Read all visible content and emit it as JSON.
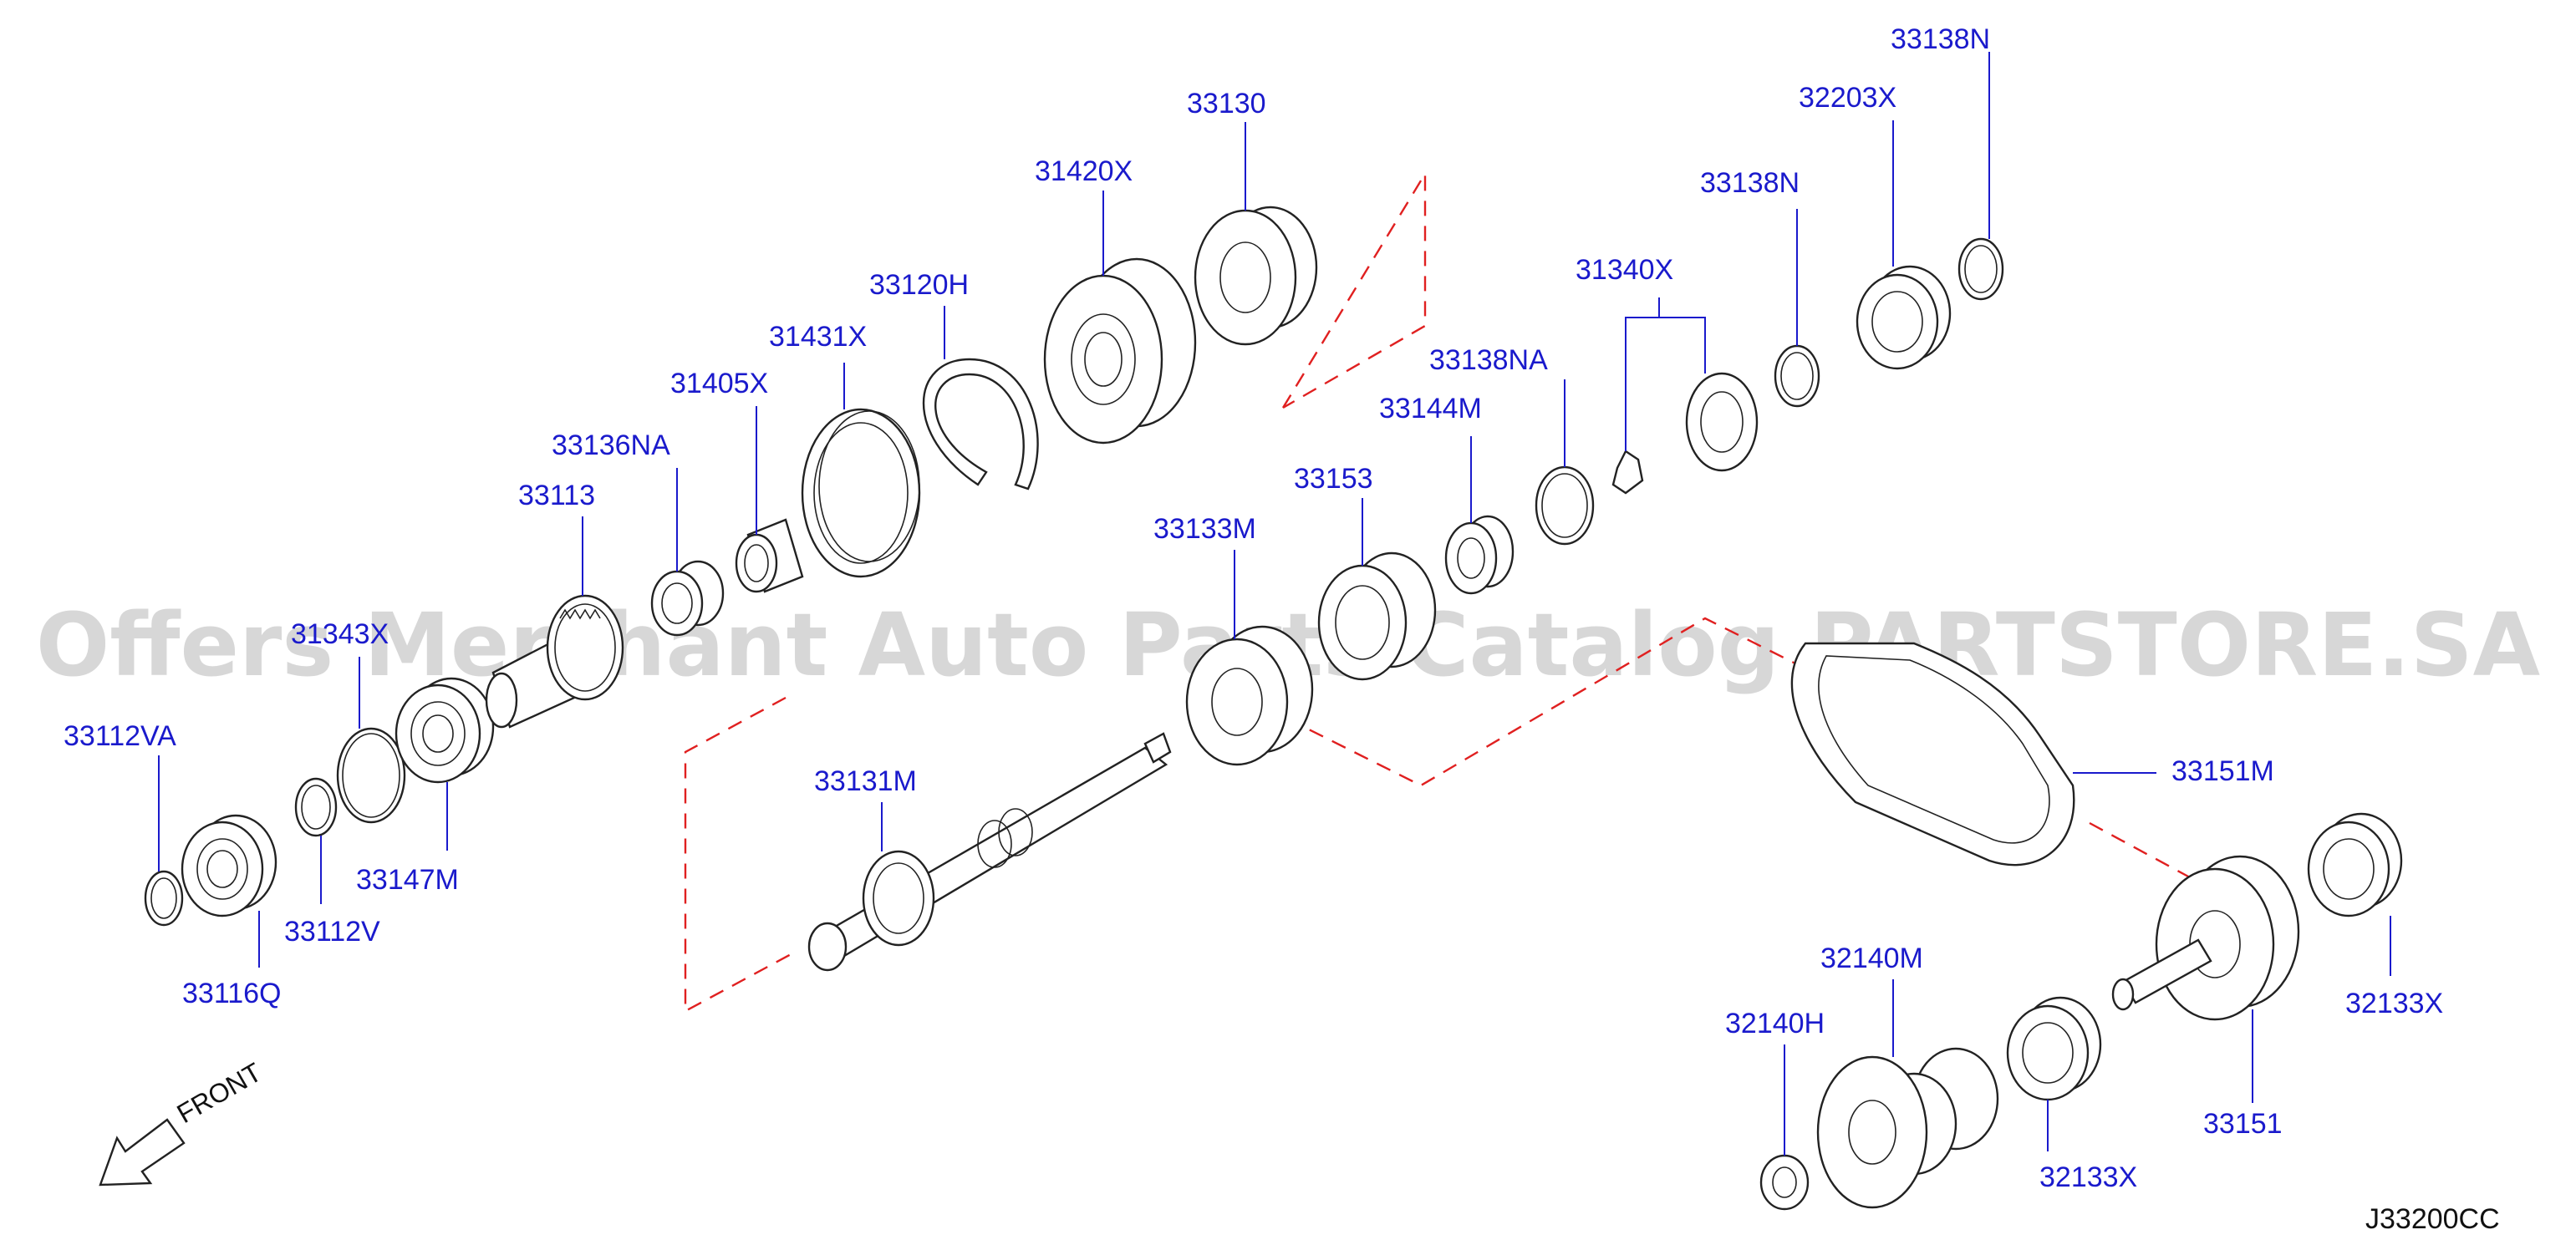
{
  "diagram": {
    "code": "J33200CC",
    "front_label": "FRONT",
    "watermark": "Offers Merchant Auto Parts Catalog PARTSTORE.SA",
    "callouts": [
      "33130",
      "31420X",
      "33120H",
      "31431X",
      "31405X",
      "33136NA",
      "33113",
      "31343X",
      "33112VA",
      "33116Q",
      "33112V",
      "33147M",
      "33131M",
      "33133M",
      "33153",
      "33144M",
      "33138NA",
      "31340X",
      "33138N",
      "32203X",
      "33138N",
      "33151M",
      "32133X",
      "33151",
      "32133X",
      "32140M",
      "32140H"
    ]
  }
}
